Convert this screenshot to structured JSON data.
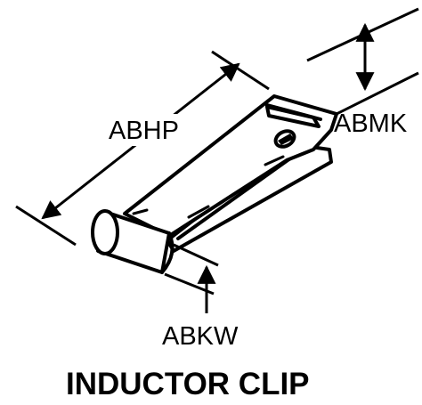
{
  "figure": {
    "title": "INDUCTOR CLIP",
    "dimensions": {
      "length": "ABHP",
      "tab_height": "ABMK",
      "barrel": "ABKW"
    },
    "colors": {
      "ink": "#000000",
      "paper": "#ffffff"
    }
  }
}
